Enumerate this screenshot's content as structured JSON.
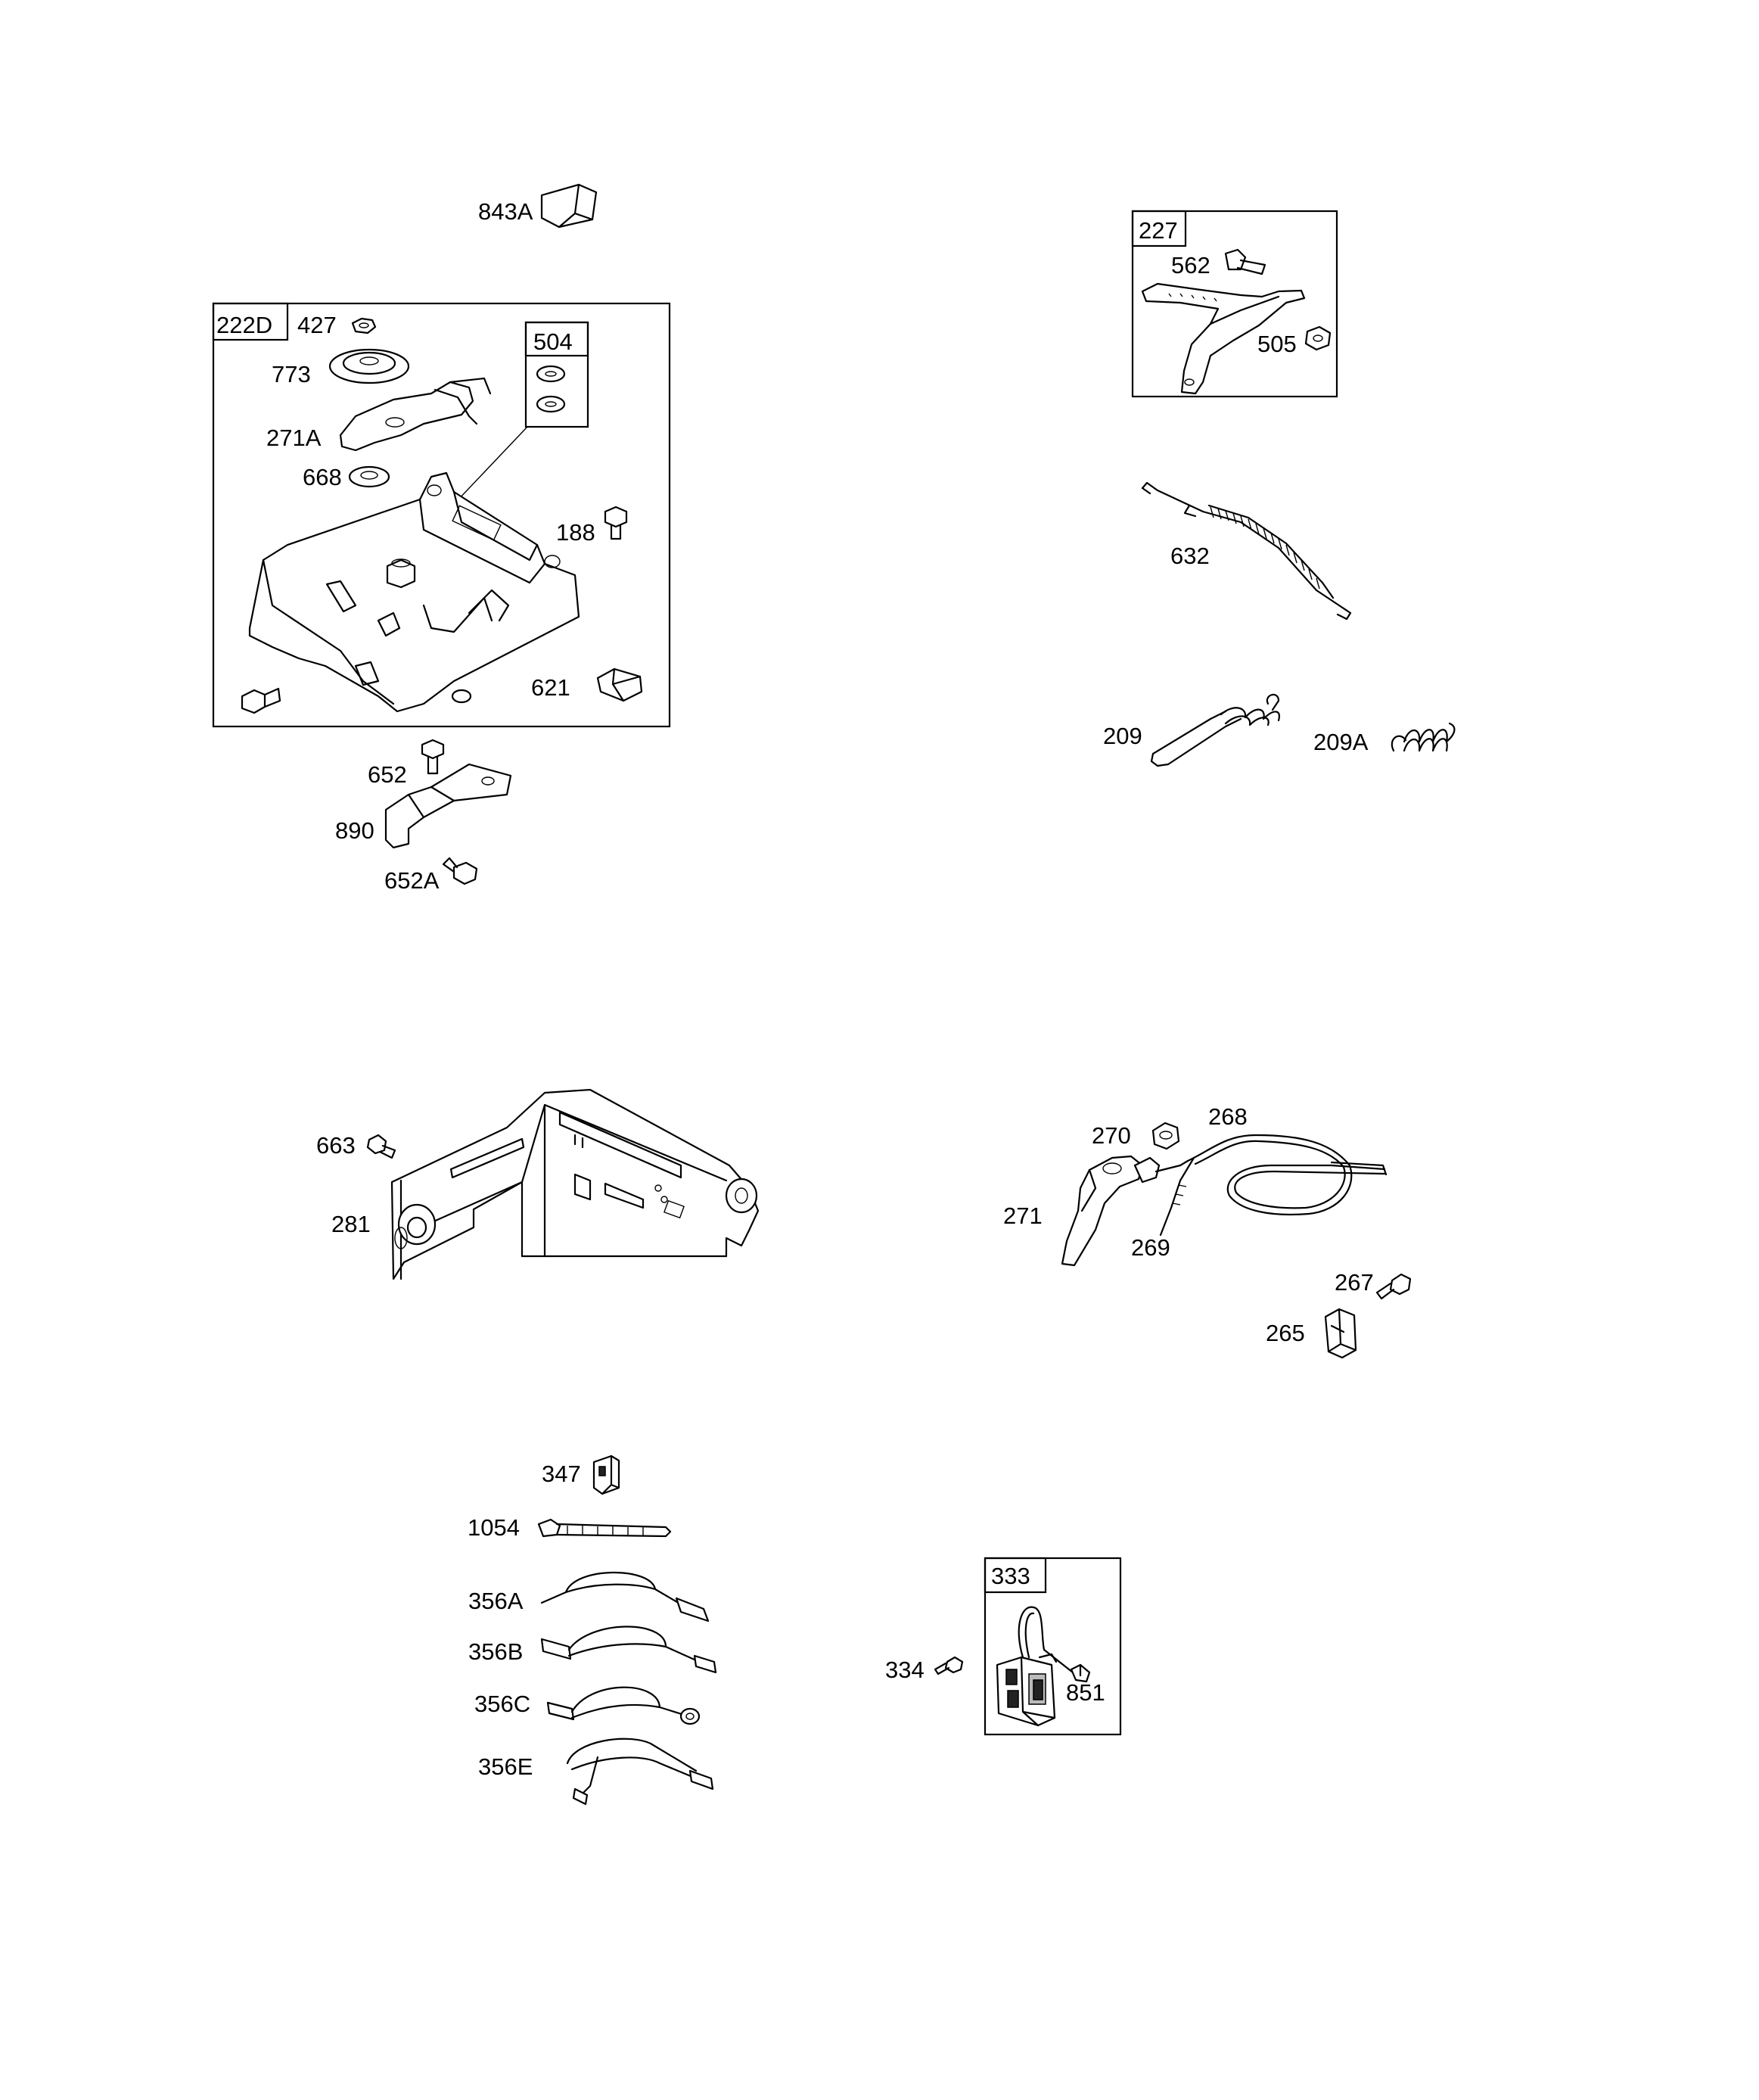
{
  "labels": {
    "p843A": "843A",
    "p222D": "222D",
    "p427": "427",
    "p504": "504",
    "p773": "773",
    "p271A": "271A",
    "p668": "668",
    "p188": "188",
    "p621": "621",
    "p652": "652",
    "p890": "890",
    "p652A": "652A",
    "p227": "227",
    "p562": "562",
    "p505": "505",
    "p632": "632",
    "p209": "209",
    "p209A": "209A",
    "p663": "663",
    "p281": "281",
    "p270": "270",
    "p268": "268",
    "p271": "271",
    "p269": "269",
    "p267": "267",
    "p265": "265",
    "p347": "347",
    "p1054": "1054",
    "p356A": "356A",
    "p356B": "356B",
    "p356C": "356C",
    "p356E": "356E",
    "p333": "333",
    "p334": "334",
    "p851": "851"
  }
}
